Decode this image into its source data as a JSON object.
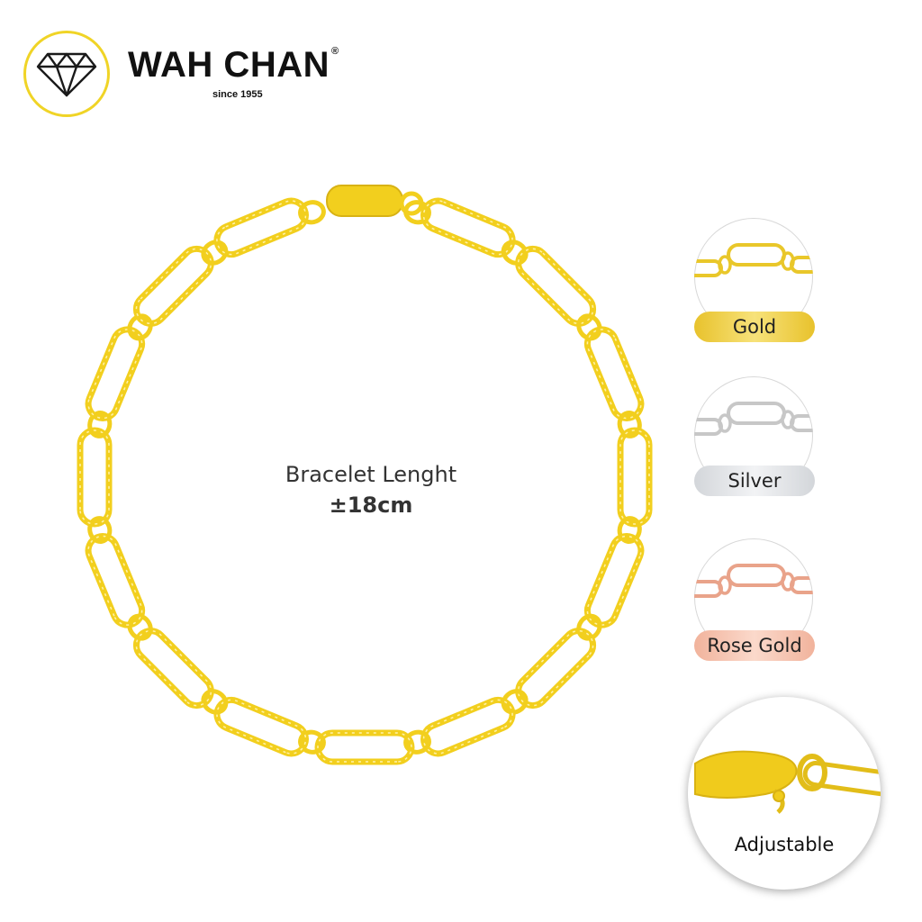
{
  "brand": {
    "name": "WAH CHAN",
    "registered": "®",
    "since": "since 1955",
    "logo_icon": "diamond-icon",
    "logo_ring_color": "#f0d426"
  },
  "product": {
    "length_label": "Bracelet Lenght",
    "length_value": "±18cm",
    "gold_color": "#f2cf1e"
  },
  "variants": [
    {
      "label": "Gold",
      "metal_color": "#e9c72a",
      "pill_color": "#f0d44a"
    },
    {
      "label": "Silver",
      "metal_color": "#c7c7c7",
      "pill_color": "#dfe1e4"
    },
    {
      "label": "Rose Gold",
      "metal_color": "#e9a38a",
      "pill_color": "#f5c3b0"
    }
  ],
  "closeup": {
    "label": "Adjustable"
  }
}
